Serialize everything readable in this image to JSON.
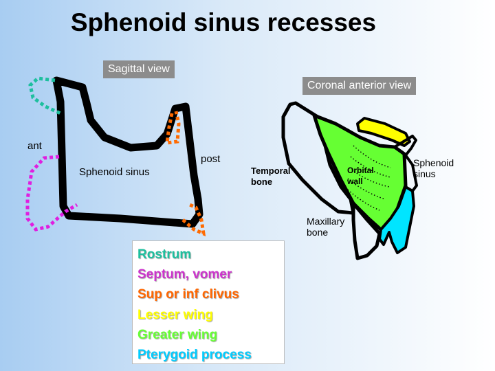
{
  "title": "Sphenoid sinus recesses",
  "sagittal": {
    "view_label": "Sagittal view",
    "ant_label": "ant",
    "post_label": "post",
    "sinus_label": "Sphenoid sinus"
  },
  "coronal": {
    "view_label": "Coronal anterior view",
    "temporal_label_1": "Temporal",
    "temporal_label_2": "bone",
    "orbital_label_1": "Orbital",
    "orbital_label_2": "wall",
    "sphenoid_label_1": "Sphenoid",
    "sphenoid_label_2": "sinus",
    "maxillary_label_1": "Maxillary",
    "maxillary_label_2": "bone"
  },
  "legend": {
    "items": [
      {
        "label": "Rostrum",
        "color": "#1dbf9e"
      },
      {
        "label": "Septum, vomer",
        "color": "#cc33cc"
      },
      {
        "label": "Sup or inf clivus",
        "color": "#ff6600"
      },
      {
        "label": "Lesser wing",
        "color": "#ffff00"
      },
      {
        "label": "Greater wing",
        "color": "#66ff33"
      },
      {
        "label": "Pterygoid process",
        "color": "#00ccff"
      }
    ]
  },
  "colors": {
    "rostrum": "#1dbf9e",
    "septum": "#e01ee0",
    "clivus": "#ff6a00",
    "lesser_wing": "#ffff00",
    "greater_wing": "#66ff33",
    "pterygoid": "#00e5ff"
  }
}
